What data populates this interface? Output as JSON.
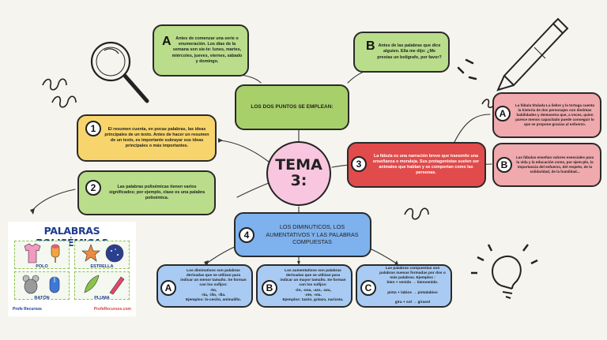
{
  "center": {
    "line1": "TEMA",
    "line2": "3:"
  },
  "top_node": {
    "text": "LOS DOS PUNTOS SE EMPLEAN:"
  },
  "top_a": {
    "letter": "A",
    "text": "Antes de comenzar una serie o enumeración. Los días de la semana son sie-te: lunes, martes, miércoles, jueves, viernes, sábado y domingo."
  },
  "top_b": {
    "letter": "B",
    "text": "Antes de las palabras que dice alguien. Ella me dijo: ¿Me prestas un bolígrafo, por favor?"
  },
  "node1": {
    "num": "1",
    "text": "El resumen cuenta, en pocas palabras, las ideas principales de un texto. Antes de hacer un resumen de un texto, es importante subrayar sus ideas principales o más importantes."
  },
  "node2": {
    "num": "2",
    "text": "Las palabras polisémicas tienen varios significados; por ejemplo, clase es una palabra polisémica."
  },
  "node3": {
    "num": "3",
    "text": "La fábula es una narración breve que transmite una enseñanza o moraleja. Sus protagonistas suelen ser animales que hablan y se comportan como las personas."
  },
  "node3_a": {
    "letter": "A",
    "text": "La fábula titulada La liebre y la tortuga cuenta la historia de dos personajes con distintas habilidades y demuestra que, a veces, quien parece menos capacitado puede conseguir lo que se propone gracias al esfuerzo."
  },
  "node3_b": {
    "letter": "B",
    "text": "Las fábulas enseñan valores esenciales para la vida y la educación como, por ejem-plo, la importancia del esfuerzo, del respeto, de la solidaridad, de la humildad..."
  },
  "node4": {
    "num": "4",
    "text": "LOS DIMINUTICOS, LOS AUMENTATIVOS Y LAS PALABRAS COMPUESTAS"
  },
  "node4_a": {
    "letter": "A",
    "text": "Los diminutivos son palabras derivadas que se utilizan para indicar un menor tamaño. Se forman con los sufijos:\n-ito,\n-ita, -illo, -illa.\nEjemplos: lo-cecito, animalillo."
  },
  "node4_b": {
    "letter": "B",
    "text": "Los aumentativos son palabras derivadas que se utilizan para indicar un mayor tamaño. Se forman con los sufijos:\n-ón, -ona, -azo, -aza,\n-ote, -ota.\nEjemplos: tazón, golazo, narizota."
  },
  "node4_c": {
    "letter": "C",
    "text": "Las palabras compuestas son palabras nuevas formadas por dos o más palabras. Ejemplos :\nbien + venido  →  bienvenido.\n\npinta + labios  →  pintalabios\n\ngira + sol → girasol"
  },
  "card": {
    "title": "PALABRAS POLISÉMICAS",
    "labels": [
      "POLO",
      "ESTRELLA",
      "RATÓN",
      "PLUMA"
    ],
    "footer_left": "Profe Recursos",
    "footer_right": "ProfeRecursos.com"
  },
  "colors": {
    "green": "#b9dd8a",
    "yellow": "#f8d56c",
    "red": "#e24b4b",
    "pink": "#f0a9ad",
    "blue": "#a9cbf3",
    "center": "#f8c6de"
  }
}
